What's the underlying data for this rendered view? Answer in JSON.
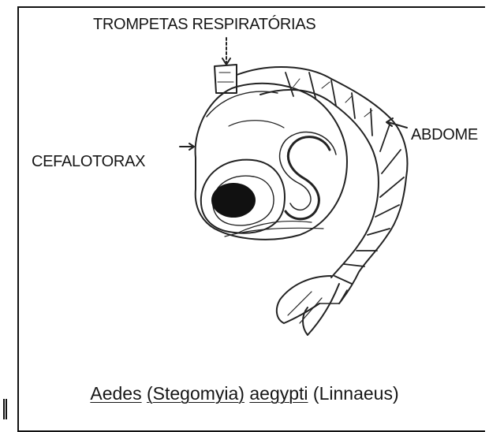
{
  "labels": {
    "trompetas": "TROMPETAS RESPIRATÓRIAS",
    "cefalotorax": "CEFALOTORAX",
    "abdome": "ABDOME"
  },
  "caption": {
    "genus": "Aedes",
    "subgenus": "(Stegomyia)",
    "species": "aegypti",
    "author": "(Linnaeus)"
  }
}
